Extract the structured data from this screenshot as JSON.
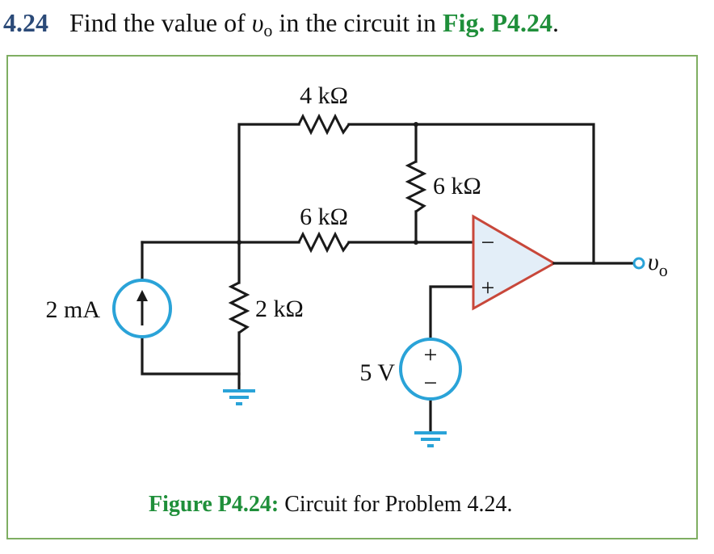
{
  "problem": {
    "number": "4.24",
    "text_before": "Find the value of ",
    "variable": "υ",
    "subscript": "o",
    "text_middle": " in the circuit in ",
    "figure_ref": "Fig. P4.24",
    "text_after": "."
  },
  "circuit": {
    "r_top": "4 kΩ",
    "r_middle": "6 kΩ",
    "r_vertical": "6 kΩ",
    "r_shunt": "2 kΩ",
    "current_source": "2 mA",
    "voltage_source": "5 V",
    "opamp_minus": "−",
    "opamp_plus": "+",
    "vsource_plus": "+",
    "vsource_minus": "−",
    "output_variable": "υ",
    "output_subscript": "o"
  },
  "caption": {
    "label": "Figure P4.24:",
    "text": " Circuit for Problem 4.24."
  },
  "colors": {
    "problem_number": "#2b4a78",
    "highlight_green": "#1f8f3a",
    "frame_border": "#7fae62",
    "source_blue": "#2aa3d8",
    "opamp_fill": "#e3eef8",
    "opamp_outline": "#c8473a"
  }
}
